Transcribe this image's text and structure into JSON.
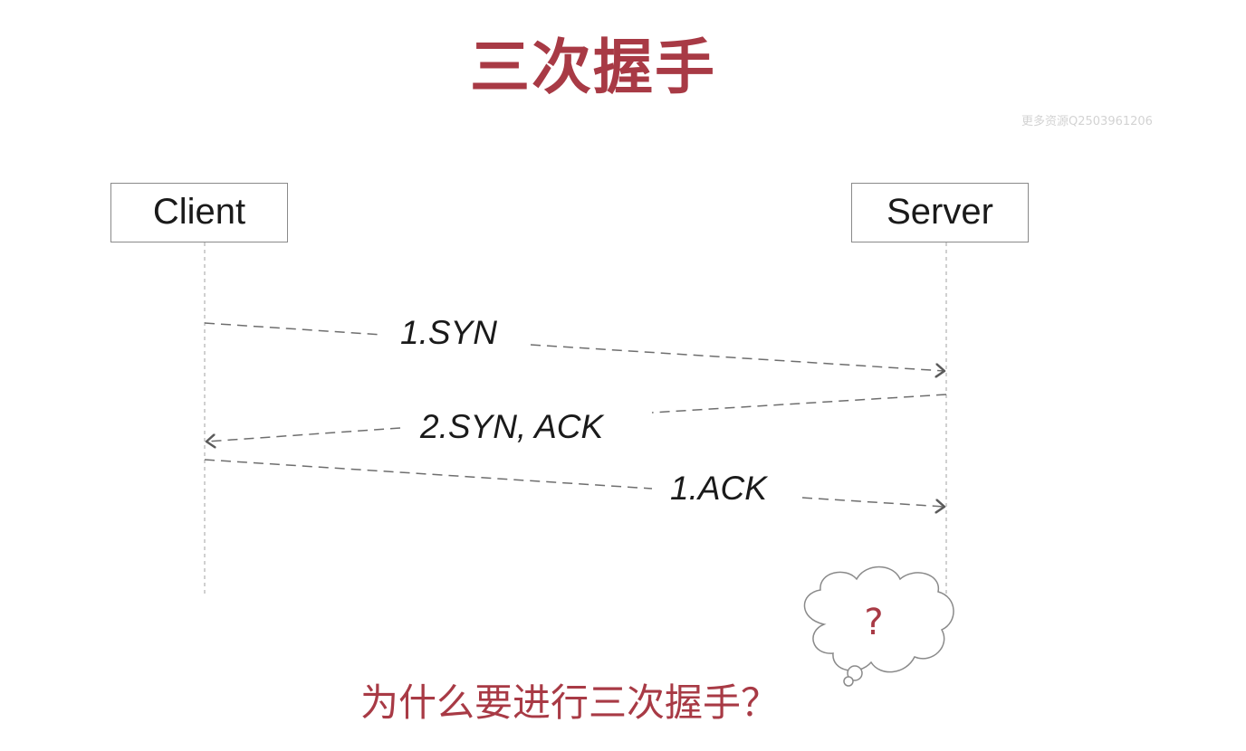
{
  "title": "三次握手",
  "watermark": "更多资源Q2503961206",
  "actors": {
    "client": "Client",
    "server": "Server"
  },
  "messages": [
    {
      "label": "1.SYN",
      "from": "Client",
      "to": "Server"
    },
    {
      "label": "2.SYN, ACK",
      "from": "Server",
      "to": "Client"
    },
    {
      "label": "1.ACK",
      "from": "Client",
      "to": "Server"
    }
  ],
  "thought_bubble": {
    "text": "?"
  },
  "question": "为什么要进行三次握手？",
  "colors": {
    "accent": "#a83a45",
    "line": "#6e6e6e",
    "box_border": "#8a8a8a",
    "text": "#1a1a1a",
    "watermark": "#d3d3d3"
  }
}
